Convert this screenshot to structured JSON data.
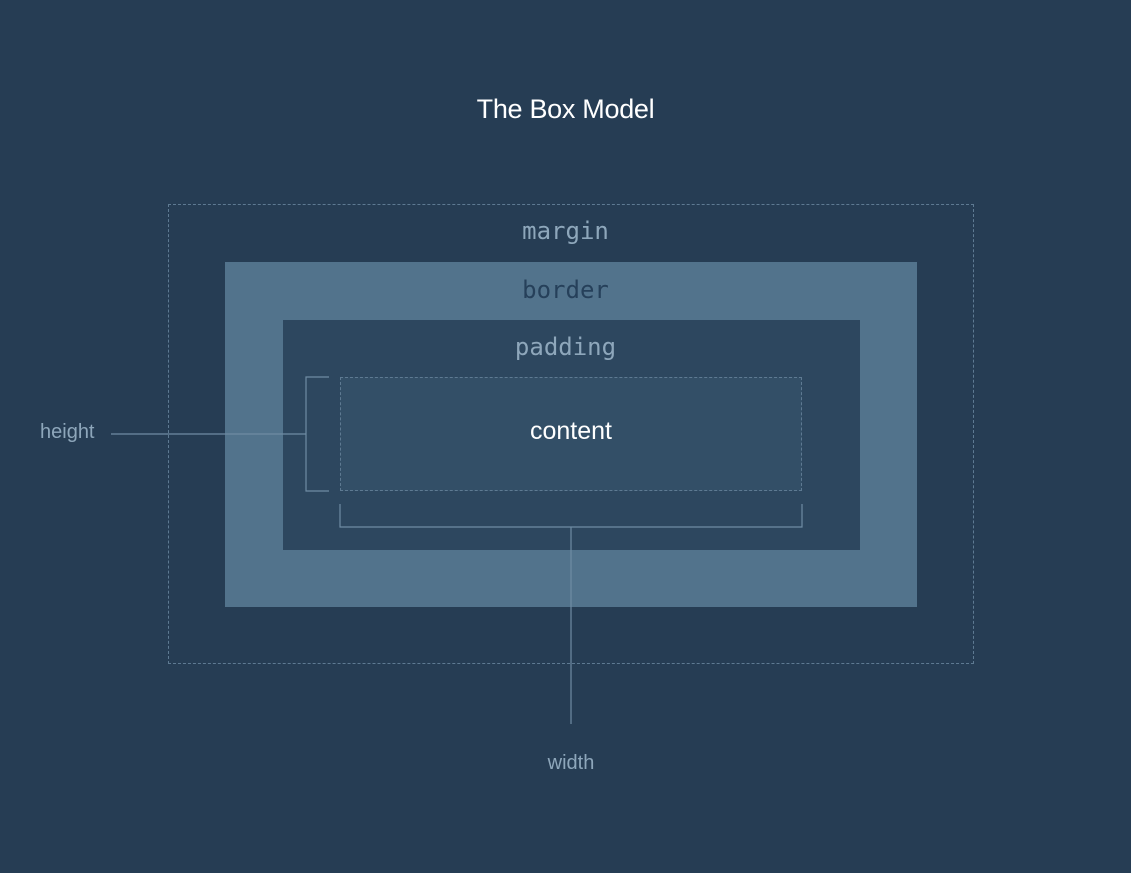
{
  "title": "The Box Model",
  "layers": {
    "margin": "margin",
    "border": "border",
    "padding": "padding",
    "content": "content"
  },
  "dimensions": {
    "height": "height",
    "width": "width"
  },
  "colors": {
    "background": "#263d54",
    "border_fill": "#52738c",
    "padding_fill": "#2d475f",
    "content_fill": "#334f67",
    "dashed_line": "#5e7a92",
    "label_muted": "#8ea7bb",
    "title_text": "#ffffff"
  }
}
